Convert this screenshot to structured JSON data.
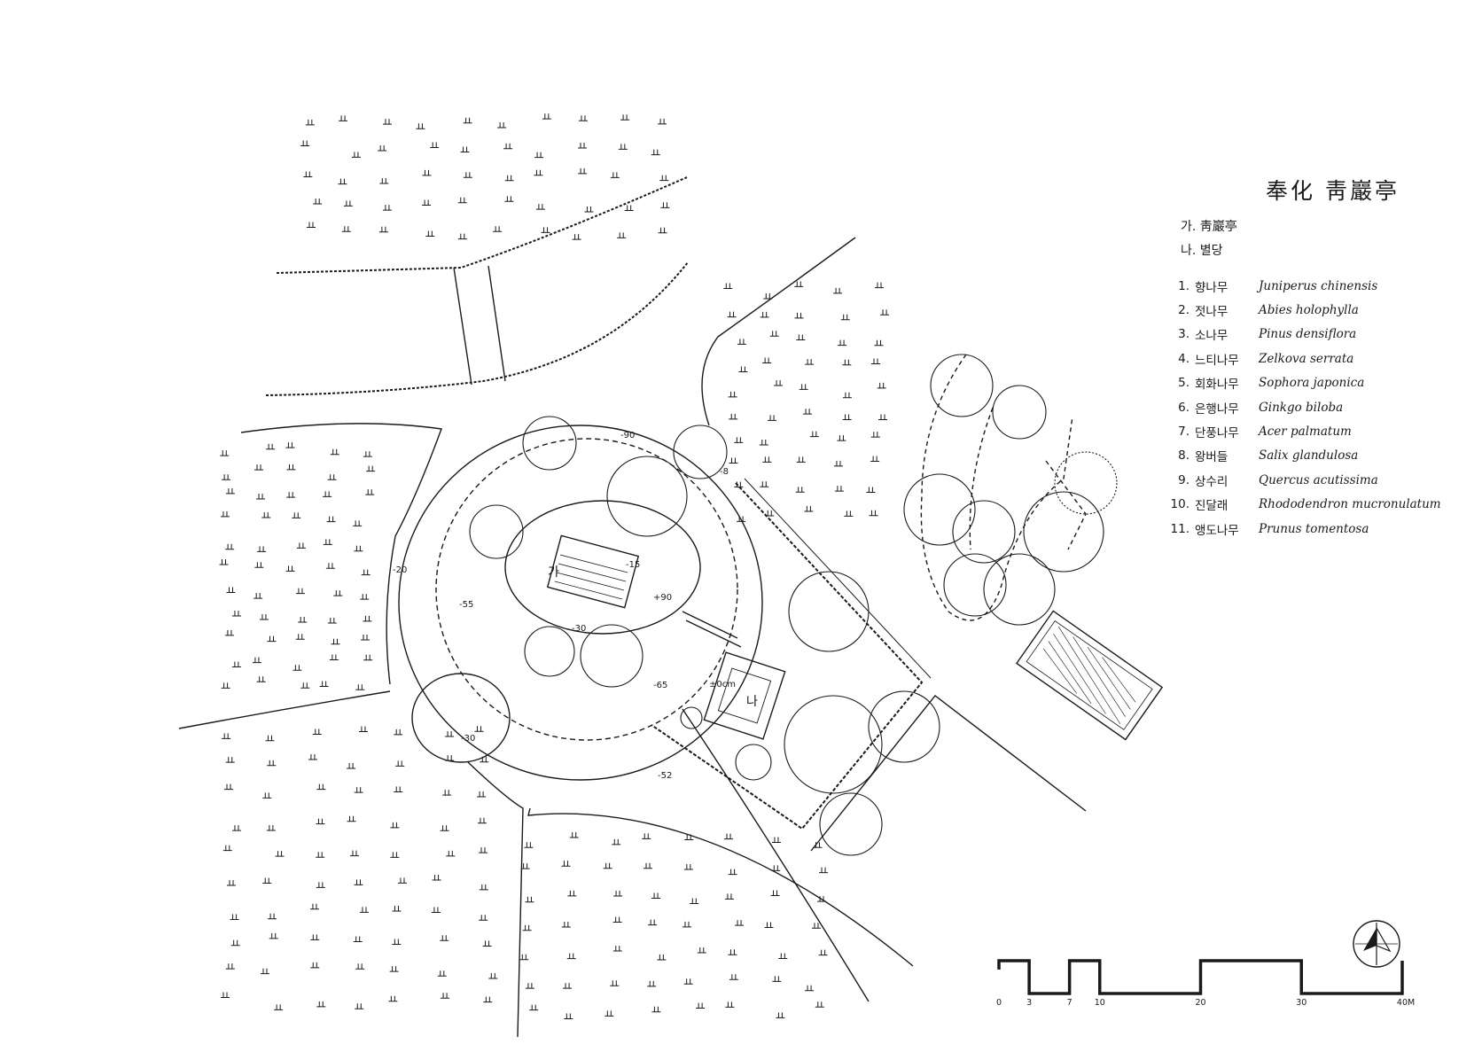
{
  "title": "奉化 靑巖亭",
  "site_labels": [
    "가. 靑巖亭",
    "나. 별당"
  ],
  "legend": [
    {
      "no": "1.",
      "korean": "향나무",
      "scientific": "Juniperus chinensis"
    },
    {
      "no": "2.",
      "korean": "젓나무",
      "scientific": "Abies holophylla"
    },
    {
      "no": "3.",
      "korean": "소나무",
      "scientific": "Pinus densiflora"
    },
    {
      "no": "4.",
      "korean": "느티나무",
      "scientific": "Zelkova serrata"
    },
    {
      "no": "5.",
      "korean": "회화나무",
      "scientific": "Sophora japonica"
    },
    {
      "no": "6.",
      "korean": "은행나무",
      "scientific": "Ginkgo biloba"
    },
    {
      "no": "7.",
      "korean": "단풍나무",
      "scientific": "Acer palmatum"
    },
    {
      "no": "8.",
      "korean": "왕버들",
      "scientific": "Salix glandulosa"
    },
    {
      "no": "9.",
      "korean": "상수리",
      "scientific": "Quercus acutissima"
    },
    {
      "no": "10.",
      "korean": "진달래",
      "scientific": "Rhododendron mucronulatum"
    },
    {
      "no": "11.",
      "korean": "앵도나무",
      "scientific": "Prunus tomentosa"
    }
  ],
  "map_labels": {
    "pavilion": "가",
    "annex": "나",
    "elevations": [
      "-90",
      "-20",
      "-55",
      "-30",
      "+90",
      "-65",
      "±0cm",
      "-52",
      "-15",
      "-30",
      "-8"
    ]
  },
  "scale_bar": {
    "ticks": [
      "0",
      "3",
      "7",
      "10",
      "20",
      "30",
      "40M"
    ],
    "tick_values": [
      0,
      3,
      7,
      10,
      20,
      30,
      40
    ]
  },
  "north_arrow": "north-arrow-icon",
  "colors": {
    "ink": "#1a1a1a",
    "paper": "#ffffff"
  }
}
